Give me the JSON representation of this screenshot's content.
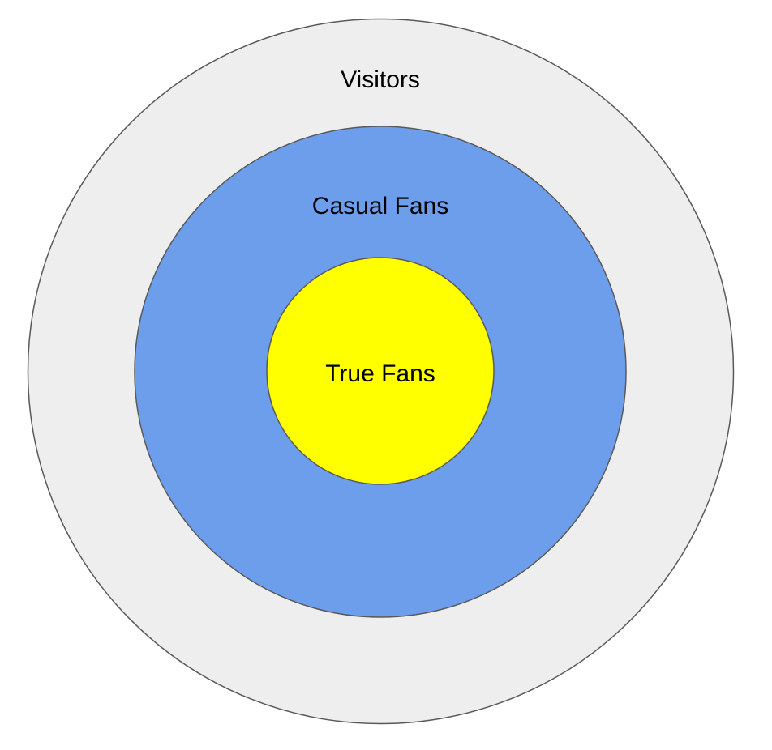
{
  "diagram": {
    "rings": [
      {
        "id": "outer",
        "label": "Visitors",
        "fill": "#eeeeee",
        "stroke": "#595959"
      },
      {
        "id": "middle",
        "label": "Casual Fans",
        "fill": "#6d9eeb",
        "stroke": "#595959"
      },
      {
        "id": "inner",
        "label": "True Fans",
        "fill": "#ffff00",
        "stroke": "#595959"
      }
    ]
  }
}
